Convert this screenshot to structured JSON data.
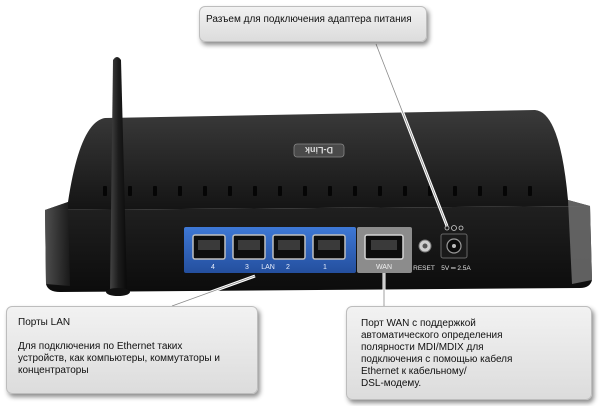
{
  "device": {
    "brand_logo": "D-Link",
    "lan_label": "LAN",
    "lan_port_numbers": [
      "4",
      "3",
      "2",
      "1"
    ],
    "wan_label": "WAN",
    "reset_label": "RESET",
    "power_rating": "5V ═ 2.5A"
  },
  "callouts": {
    "power": {
      "title": "Разъем для подключения адаптера питания"
    },
    "lan": {
      "title": "Порты LAN",
      "line1": "Для подключения по  Ethernet таких",
      "line2": "устройств, как компьютеры, коммутаторы и",
      "line3": "концентраторы"
    },
    "wan": {
      "line1": "Порт WAN с поддержкой",
      "line2": "автоматического определения",
      "line3": "полярности MDI/MDIX для",
      "line4": "подключения с помощью кабеля",
      "line5": "Ethernet к кабельному/",
      "line6": "DSL-модему."
    }
  },
  "colors": {
    "router_body": "#1e1e1e",
    "lan_panel": "#2f66c4",
    "wan_panel": "#8c8c8c",
    "callout_bg": "#e6e6e6"
  }
}
